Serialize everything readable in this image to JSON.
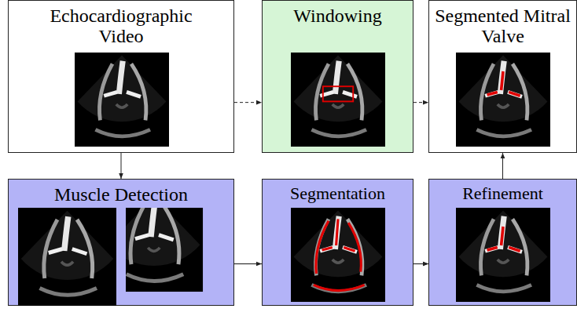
{
  "diagram": {
    "nodes": [
      {
        "text": [
          "Echocardiographic Video"
        ]
      },
      {
        "text": [
          "Windowing"
        ]
      },
      {
        "text": [
          "Segmented Mitral Valve"
        ]
      },
      {
        "text": [
          "Muscle Detection"
        ]
      },
      {
        "text": [
          "Segmentation"
        ]
      },
      {
        "text": [
          "Refinement"
        ]
      }
    ],
    "edges": [
      {
        "from": 0,
        "to": 1,
        "arrow": "to"
      },
      {
        "from": 1,
        "to": 2,
        "arrow": "to"
      },
      {
        "from": 0,
        "to": 3,
        "arrow": "to"
      },
      {
        "from": 3,
        "to": 4,
        "arrow": "to"
      },
      {
        "from": 4,
        "to": 5,
        "arrow": "to"
      },
      {
        "from": 5,
        "to": 2,
        "arrow": "to"
      },
      {
        "from": 3,
        "to": 5,
        "arrow": "to"
      }
    ]
  }
}
